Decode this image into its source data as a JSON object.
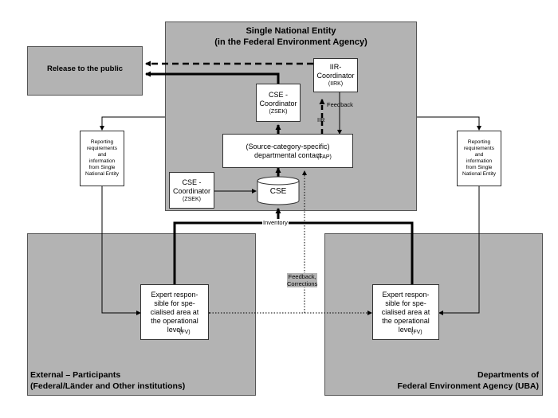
{
  "regions": {
    "sne_title": "Single National Entity\n(in the Federal Environment Agency)",
    "release_label": "Release to the public",
    "external_title": "External – Participants\n(Federal/Länder and Other institutions)",
    "uba_title": "Departments of\nFederal Environment Agency (UBA)"
  },
  "boxes": {
    "iir_coordinator": {
      "name": "IIR-\nCoordinator",
      "abbr": "(IIRK)"
    },
    "cse_coordinator_top": {
      "name": "CSE -\nCoordinator",
      "abbr": "(ZSEK)"
    },
    "cse_coordinator_left": {
      "name": "CSE -\nCoordinator",
      "abbr": "(ZSEK)"
    },
    "fap": {
      "name": "(Source-category-specific)\ndepartmental contact",
      "abbr": "(FAP)"
    },
    "cse_db": {
      "name": "CSE"
    },
    "reporting_left": "Reporting\nrequirements\nand\ninformation\nfrom Single\nNational Entity",
    "reporting_right": "Reporting\nrequirements\nand\ninformation\nfrom Single\nNational Entity",
    "expert_left": {
      "name": "Expert respon-\nsible for spe-\ncialised area at\nthe operational\nlevel",
      "abbr": "(FV)"
    },
    "expert_right": {
      "name": "Expert respon-\nsible for spe-\ncialised area at\nthe operational\nlevel",
      "abbr": "(FV)"
    }
  },
  "edge_labels": {
    "feedback": "Feedback",
    "iir": "IIR",
    "inventory": "Inventory",
    "feedback_corrections": "Feedback,\nCorrections"
  },
  "colors": {
    "region_fill": "#b3b3b3",
    "box_fill": "#ffffff",
    "line": "#000000"
  }
}
